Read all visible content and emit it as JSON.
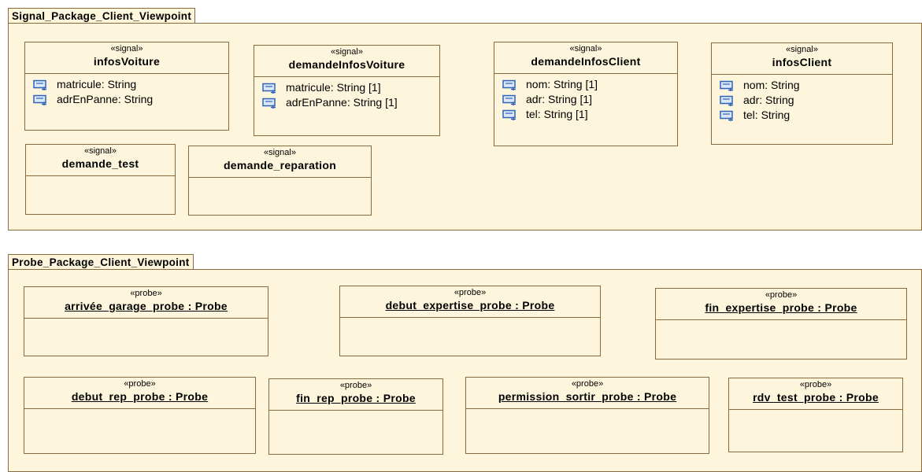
{
  "colors": {
    "fill": "#fdf6dc",
    "border": "#8a6a3c",
    "icon": "#2f63b8"
  },
  "signal_package": {
    "title": "Signal_Package_Client_Viewpoint",
    "classes": [
      {
        "stereotype": "«signal»",
        "name": "infosVoiture",
        "attributes": [
          "matricule: String",
          "adrEnPanne: String"
        ]
      },
      {
        "stereotype": "«signal»",
        "name": "demandeInfosVoiture",
        "attributes": [
          "matricule: String [1]",
          "adrEnPanne: String [1]"
        ]
      },
      {
        "stereotype": "«signal»",
        "name": "demandeInfosClient",
        "attributes": [
          "nom: String [1]",
          "adr: String [1]",
          "tel: String [1]"
        ]
      },
      {
        "stereotype": "«signal»",
        "name": "infosClient",
        "attributes": [
          "nom: String",
          "adr: String",
          "tel: String"
        ]
      },
      {
        "stereotype": "«signal»",
        "name": "demande_test",
        "attributes": []
      },
      {
        "stereotype": "«signal»",
        "name": "demande_reparation",
        "attributes": []
      }
    ]
  },
  "probe_package": {
    "title": "Probe_Package_Client_Viewpoint",
    "instances": [
      {
        "stereotype": "«probe»",
        "name": "arrivée_garage_probe : Probe"
      },
      {
        "stereotype": "«probe»",
        "name": "debut_expertise_probe : Probe"
      },
      {
        "stereotype": "«probe»",
        "name": "fin_expertise_probe : Probe"
      },
      {
        "stereotype": "«probe»",
        "name": "debut_rep_probe : Probe"
      },
      {
        "stereotype": "«probe»",
        "name": "fin_rep_probe : Probe"
      },
      {
        "stereotype": "«probe»",
        "name": "permission_sortir_probe : Probe"
      },
      {
        "stereotype": "«probe»",
        "name": "rdv_test_probe : Probe"
      }
    ]
  }
}
